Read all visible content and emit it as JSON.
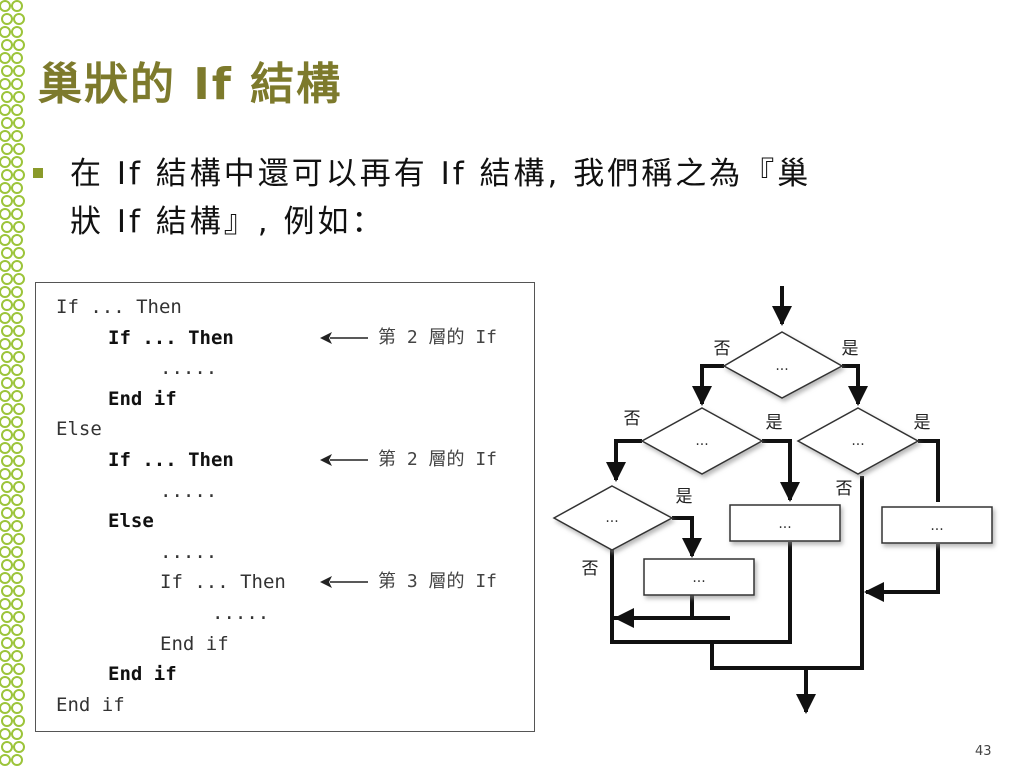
{
  "slide": {
    "title": "巢狀的 If 結構",
    "bullet_lines": [
      "在 If 結構中還可以再有 If 結構, 我們稱之為『巢",
      "狀 If 結構』, 例如："
    ],
    "page_number": "43"
  },
  "code": {
    "lines": [
      {
        "text": "If ... Then",
        "indent": 0,
        "bold": false
      },
      {
        "text": "If ... Then",
        "indent": 1,
        "bold": true
      },
      {
        "text": ".....",
        "indent": 2,
        "bold": false
      },
      {
        "text": "End if",
        "indent": 1,
        "bold": true
      },
      {
        "text": "Else",
        "indent": 0,
        "bold": false
      },
      {
        "text": "If ... Then",
        "indent": 1,
        "bold": true
      },
      {
        "text": ".....",
        "indent": 2,
        "bold": false
      },
      {
        "text": "Else",
        "indent": 1,
        "bold": true
      },
      {
        "text": ".....",
        "indent": 2,
        "bold": false
      },
      {
        "text": "If ... Then",
        "indent": 2,
        "bold": false
      },
      {
        "text": ".....",
        "indent": 3,
        "bold": false
      },
      {
        "text": "End if",
        "indent": 2,
        "bold": false
      },
      {
        "text": "End if",
        "indent": 1,
        "bold": true
      },
      {
        "text": "End if",
        "indent": 0,
        "bold": false
      }
    ],
    "annotations": [
      {
        "line": 1,
        "text": "第 2 層的 If"
      },
      {
        "line": 5,
        "text": "第 2 層的 If"
      },
      {
        "line": 9,
        "text": "第 3 層的 If"
      }
    ]
  },
  "flowchart": {
    "decision_text": "...",
    "process_text": "...",
    "yes_label": "是",
    "no_label": "否"
  },
  "colors": {
    "title": "#7d7a2c",
    "bullet": "#8a9a2a",
    "deco_green": "#9cc43a"
  }
}
